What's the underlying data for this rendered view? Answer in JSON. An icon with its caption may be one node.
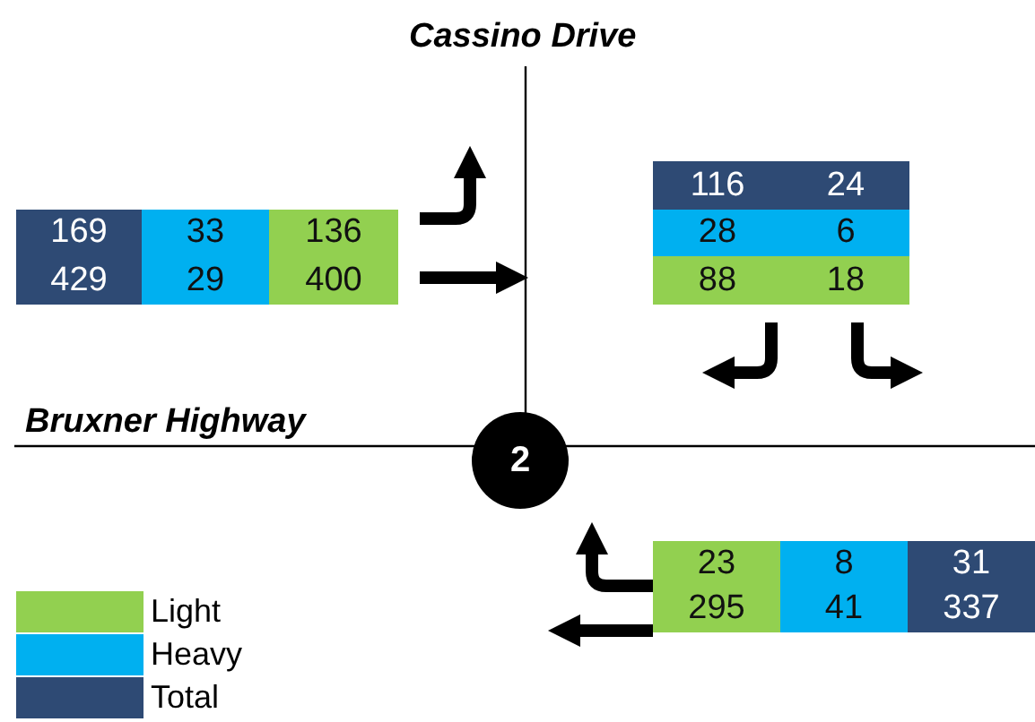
{
  "diagram": {
    "nodes": [
      {
        "text": [
          "2"
        ]
      }
    ],
    "edges": [],
    "labels": [
      "Cassino Drive",
      "116",
      "24",
      "28",
      "6",
      "88",
      "18",
      "169",
      "33",
      "136",
      "429",
      "29",
      "400",
      "Bruxner Highway",
      "23",
      "8",
      "31",
      "295",
      "41",
      "337"
    ],
    "legend": [
      {
        "text": "Light",
        "color": "#92d050"
      },
      {
        "text": "Heavy",
        "color": "#00b0f0"
      },
      {
        "text": "Total",
        "color": "#2e4a74"
      }
    ]
  }
}
